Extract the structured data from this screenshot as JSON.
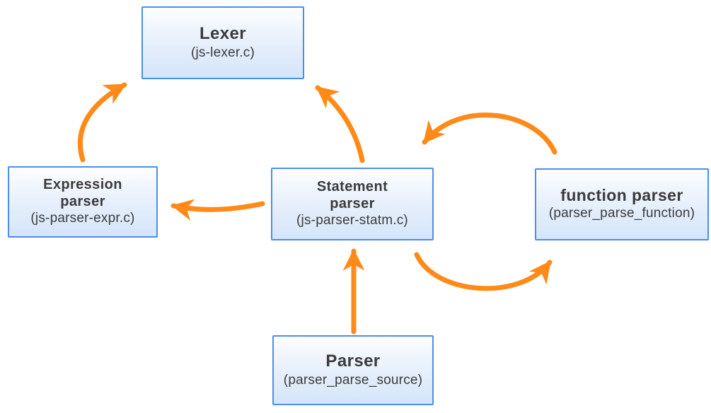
{
  "colors": {
    "arrow": "#FF8A18",
    "node_border": "#4A90E8",
    "node_fill_top": "#FDFEFF",
    "node_fill_bottom": "#D4E5F9",
    "text": "#3B3B3B",
    "background": "#FFFFFF"
  },
  "nodes": {
    "lexer": {
      "title": "Lexer",
      "subtitle": "(js-lexer.c)"
    },
    "expression_parser": {
      "title": "Expression parser",
      "subtitle": "(js-parser-expr.c)"
    },
    "statement_parser": {
      "title": "Statement parser",
      "subtitle": "(js-parser-statm.c)"
    },
    "function_parser": {
      "title": "function parser",
      "subtitle": "(parser_parse_function)"
    },
    "parser": {
      "title": "Parser",
      "subtitle": "(parser_parse_source)"
    }
  },
  "edges": [
    {
      "from": "Expression parser",
      "to": "Lexer"
    },
    {
      "from": "Statement parser",
      "to": "Lexer"
    },
    {
      "from": "Statement parser",
      "to": "Expression parser"
    },
    {
      "from": "function parser",
      "to": "Statement parser"
    },
    {
      "from": "Statement parser",
      "to": "function parser"
    },
    {
      "from": "Parser",
      "to": "Statement parser"
    }
  ]
}
